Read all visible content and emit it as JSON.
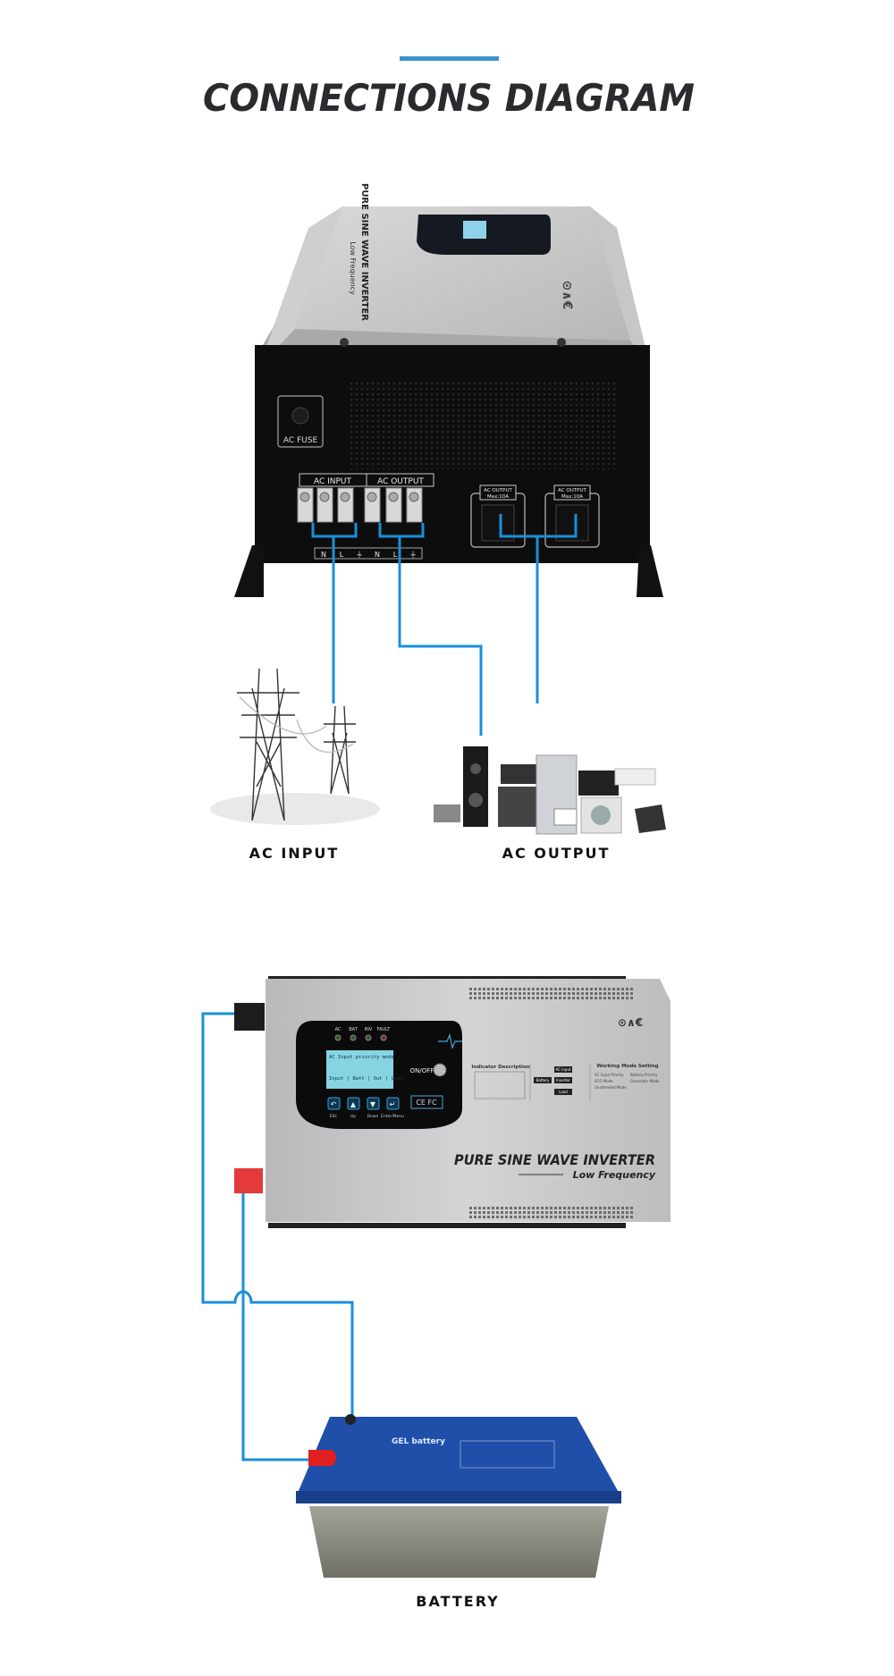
{
  "header": {
    "title": "CONNECTIONS DIAGRAM",
    "accent_color": "#3d94c9"
  },
  "wire_color": "#1a8fd9",
  "top_inverter": {
    "top_text": "PURE SINE WAVE INVERTER",
    "top_subtext": "Low Frequency",
    "fuse_label": "AC FUSE",
    "terminal_labels": [
      "AC INPUT",
      "AC OUTPUT"
    ],
    "terminal_markings": [
      "N",
      "L",
      "⏚",
      "N",
      "L",
      "⏚"
    ],
    "outlet_labels": [
      {
        "line1": "AC OUTPUT",
        "line2": "Max:10A"
      },
      {
        "line1": "AC OUTPUT",
        "line2": "Max:10A"
      }
    ]
  },
  "connections": {
    "ac_input_label": "AC INPUT",
    "ac_output_label": "AC OUTPUT",
    "battery_label": "BATTERY"
  },
  "front_inverter": {
    "leds": [
      "AC",
      "BAT",
      "INV",
      "FAULT"
    ],
    "lcd_line1": "AC Input priority mode",
    "lcd_line2": "Input | Batt | Out | Load",
    "power_label": "ON/OFF",
    "buttons": [
      "ESC",
      "Up",
      "Down",
      "Enter/Menu"
    ],
    "cert": "CE FC",
    "indicator_title": "Indicator Description",
    "flow": [
      "AC Input",
      "Battery",
      "Inverter",
      "Load"
    ],
    "mode_title": "Working Mode Setting",
    "modes": [
      "AC Input Priority",
      "Battery Priority",
      "ECO Mode",
      "Generator Mode",
      "Unattended Mode"
    ],
    "product_name": "PURE SINE WAVE INVERTER",
    "product_sub": "Low Frequency"
  },
  "battery": {
    "label": "GEL battery"
  }
}
